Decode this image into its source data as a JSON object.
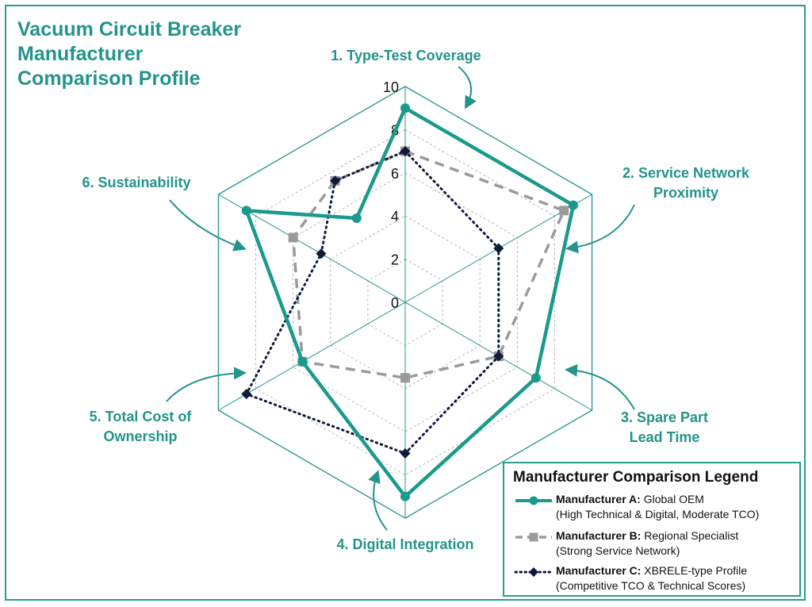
{
  "title_lines": [
    "Vacuum Circuit Breaker",
    "Manufacturer",
    "Comparison Profile"
  ],
  "colors": {
    "accent": "#23948a",
    "series_a": "#1a9a8c",
    "series_b": "#9a9a9a",
    "series_c": "#0d1a3a",
    "grid": "#b5b5b5"
  },
  "chart_data": {
    "type": "radar",
    "title": "Vacuum Circuit Breaker Manufacturer Comparison Profile",
    "axes": [
      {
        "label_lines": [
          "1. Type-Test Coverage"
        ]
      },
      {
        "label_lines": [
          "2. Service Network",
          "Proximity"
        ]
      },
      {
        "label_lines": [
          "3. Spare Part",
          "Lead Time"
        ]
      },
      {
        "label_lines": [
          "4. Digital Integration"
        ]
      },
      {
        "label_lines": [
          "5. Total Cost of",
          "Ownership"
        ]
      },
      {
        "label_lines": [
          "6. Sustainability"
        ]
      }
    ],
    "rlim": [
      0,
      10
    ],
    "ticks": [
      "0",
      "2",
      "4",
      "6",
      "8",
      "10"
    ],
    "grid": true,
    "legend_position": "bottom-right",
    "series": [
      {
        "key": "a",
        "name_bold": "Manufacturer A:",
        "name_rest": " Global OEM",
        "desc": "(High Technical & Digital, Moderate TCO)",
        "values": [
          9,
          9,
          7,
          9,
          5.5,
          8.5,
          4.5
        ],
        "marker": "circle"
      },
      {
        "key": "b",
        "name_bold": "Manufacturer B:",
        "name_rest": " Regional Specialist",
        "desc": "(Strong Service Network)",
        "values": [
          7,
          8.5,
          5,
          3.5,
          5.5,
          6,
          6.5
        ],
        "marker": "square"
      },
      {
        "key": "c",
        "name_bold": "Manufacturer C:",
        "name_rest": " XBRELE-type Profile",
        "desc": "(Competitive TCO & Technical Scores)",
        "values": [
          7,
          5,
          5,
          7,
          8.5,
          4.5,
          6.5
        ],
        "marker": "diamond"
      }
    ]
  },
  "legend": {
    "title": "Manufacturer Comparison Legend"
  }
}
